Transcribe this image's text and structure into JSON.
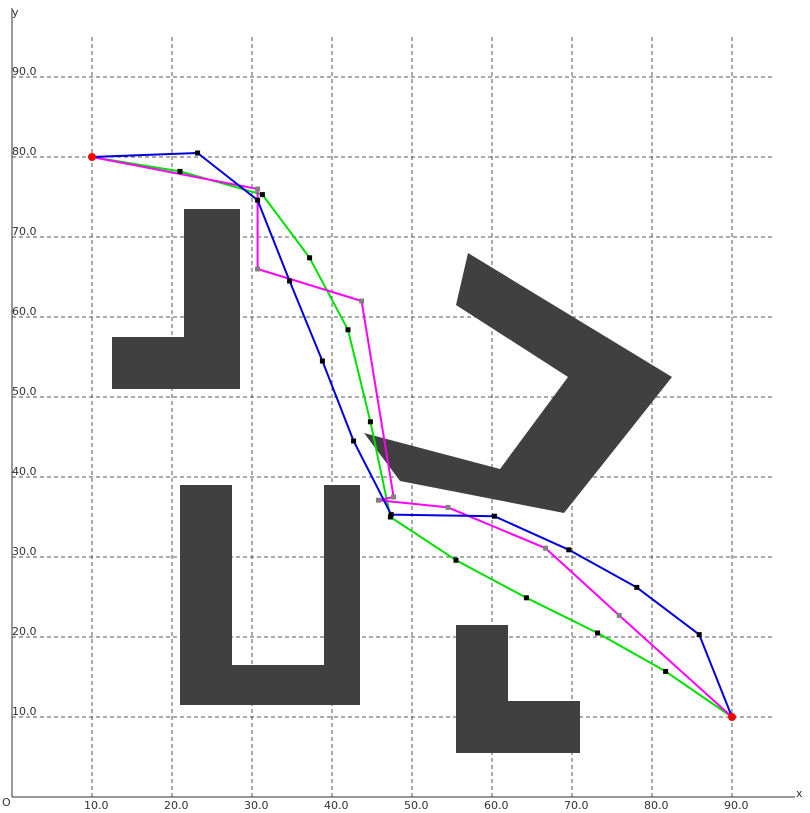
{
  "chart_data": {
    "type": "line",
    "title": "",
    "xlabel": "x",
    "ylabel": "y",
    "origin_label": "O",
    "xlim": [
      0,
      95
    ],
    "ylim": [
      0,
      95
    ],
    "grid": true,
    "x_ticks": [
      10,
      20,
      30,
      40,
      50,
      60,
      70,
      80,
      90
    ],
    "y_ticks": [
      10,
      20,
      30,
      40,
      50,
      60,
      70,
      80,
      90
    ],
    "x_tick_labels": [
      "10.0",
      "20.0",
      "30.0",
      "40.0",
      "50.0",
      "60.0",
      "70.0",
      "80.0",
      "90.0"
    ],
    "y_tick_labels": [
      "10.0",
      "20.0",
      "30.0",
      "40.0",
      "50.0",
      "60.0",
      "70.0",
      "80.0",
      "90.0"
    ],
    "obstacles": [
      {
        "color": "#404040",
        "points": [
          [
            12.5,
            51
          ],
          [
            12.5,
            57.5
          ],
          [
            21.5,
            57.5
          ],
          [
            21.5,
            73.5
          ],
          [
            28.5,
            73.5
          ],
          [
            28.5,
            51
          ]
        ]
      },
      {
        "color": "#404040",
        "points": [
          [
            21,
            11.5
          ],
          [
            21,
            39
          ],
          [
            27.5,
            39
          ],
          [
            27.5,
            16.5
          ],
          [
            39,
            16.5
          ],
          [
            39,
            39
          ],
          [
            43.5,
            39
          ],
          [
            43.5,
            11.5
          ]
        ]
      },
      {
        "color": "#404040",
        "points": [
          [
            55.5,
            5.5
          ],
          [
            55.5,
            21.5
          ],
          [
            62,
            21.5
          ],
          [
            62,
            12
          ],
          [
            71,
            12
          ],
          [
            71,
            5.5
          ]
        ]
      },
      {
        "color": "#404040",
        "points": [
          [
            57,
            68
          ],
          [
            55.5,
            61.5
          ],
          [
            69.5,
            52.5
          ],
          [
            61,
            41
          ],
          [
            44,
            45.5
          ],
          [
            48.5,
            39.5
          ],
          [
            69,
            35.5
          ],
          [
            82.5,
            52.5
          ]
        ]
      }
    ],
    "series": [
      {
        "color": "#00e000",
        "marker_color": "#000000",
        "points": [
          [
            10,
            80
          ],
          [
            21,
            78.2
          ],
          [
            31.3,
            75.3
          ],
          [
            37.2,
            67.4
          ],
          [
            42,
            58.4
          ],
          [
            44.8,
            46.9
          ],
          [
            47.3,
            35
          ],
          [
            55.5,
            29.6
          ],
          [
            64.3,
            24.9
          ],
          [
            73.2,
            20.5
          ],
          [
            81.7,
            15.7
          ],
          [
            90,
            10
          ]
        ]
      },
      {
        "color": "#ff00ff",
        "marker_color": "#808080",
        "points": [
          [
            10,
            80
          ],
          [
            30.7,
            76
          ],
          [
            30.7,
            66
          ],
          [
            43.7,
            62
          ],
          [
            47.7,
            37.5
          ],
          [
            45.8,
            37.1
          ],
          [
            54.5,
            36.2
          ],
          [
            66.7,
            31.1
          ],
          [
            75.9,
            22.7
          ],
          [
            90,
            10
          ]
        ]
      },
      {
        "color": "#0000dd",
        "marker_color": "#000000",
        "points": [
          [
            10,
            80
          ],
          [
            23.2,
            80.5
          ],
          [
            30.7,
            74.6
          ],
          [
            34.7,
            64.5
          ],
          [
            38.8,
            54.5
          ],
          [
            42.7,
            44.5
          ],
          [
            47.4,
            35.3
          ],
          [
            60.3,
            35.1
          ],
          [
            69.6,
            30.9
          ],
          [
            78.1,
            26.2
          ],
          [
            85.9,
            20.3
          ],
          [
            90,
            10
          ]
        ]
      }
    ],
    "endpoints": {
      "color": "#ff0000",
      "points": [
        [
          10,
          80
        ],
        [
          90,
          10
        ]
      ]
    }
  }
}
